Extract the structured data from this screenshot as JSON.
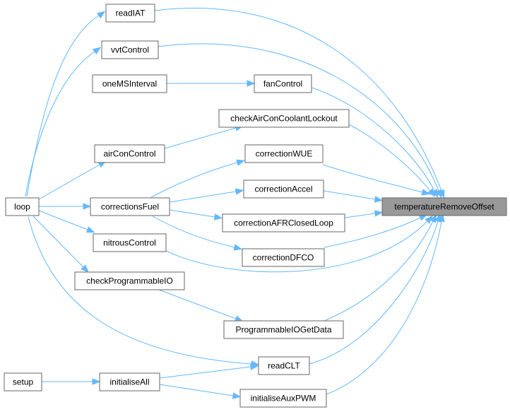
{
  "graph": {
    "nodes": [
      {
        "id": "temperatureRemoveOffset",
        "label": "temperatureRemoveOffset",
        "highlight": true
      },
      {
        "id": "readIAT",
        "label": "readIAT"
      },
      {
        "id": "vvtControl",
        "label": "vvtControl"
      },
      {
        "id": "oneMSInterval",
        "label": "oneMSInterval"
      },
      {
        "id": "fanControl",
        "label": "fanControl"
      },
      {
        "id": "checkAirConCoolantLockout",
        "label": "checkAirConCoolantLockout"
      },
      {
        "id": "airConControl",
        "label": "airConControl"
      },
      {
        "id": "correctionWUE",
        "label": "correctionWUE"
      },
      {
        "id": "loop",
        "label": "loop"
      },
      {
        "id": "correctionsFuel",
        "label": "correctionsFuel"
      },
      {
        "id": "correctionAccel",
        "label": "correctionAccel"
      },
      {
        "id": "correctionAFRClosedLoop",
        "label": "correctionAFRClosedLoop"
      },
      {
        "id": "nitrousControl",
        "label": "nitrousControl"
      },
      {
        "id": "correctionDFCO",
        "label": "correctionDFCO"
      },
      {
        "id": "checkProgrammableIO",
        "label": "checkProgrammableIO"
      },
      {
        "id": "ProgrammableIOGetData",
        "label": "ProgrammableIOGetData"
      },
      {
        "id": "readCLT",
        "label": "readCLT"
      },
      {
        "id": "setup",
        "label": "setup"
      },
      {
        "id": "initialiseAll",
        "label": "initialiseAll"
      },
      {
        "id": "initialiseAuxPWM",
        "label": "initialiseAuxPWM"
      }
    ],
    "edges": [
      {
        "from": "loop",
        "to": "readIAT"
      },
      {
        "from": "loop",
        "to": "vvtControl"
      },
      {
        "from": "loop",
        "to": "airConControl"
      },
      {
        "from": "loop",
        "to": "correctionsFuel"
      },
      {
        "from": "loop",
        "to": "nitrousControl"
      },
      {
        "from": "loop",
        "to": "checkProgrammableIO"
      },
      {
        "from": "loop",
        "to": "readCLT"
      },
      {
        "from": "oneMSInterval",
        "to": "fanControl"
      },
      {
        "from": "airConControl",
        "to": "checkAirConCoolantLockout"
      },
      {
        "from": "correctionsFuel",
        "to": "correctionWUE"
      },
      {
        "from": "correctionsFuel",
        "to": "correctionAccel"
      },
      {
        "from": "correctionsFuel",
        "to": "correctionAFRClosedLoop"
      },
      {
        "from": "correctionsFuel",
        "to": "correctionDFCO"
      },
      {
        "from": "checkProgrammableIO",
        "to": "ProgrammableIOGetData"
      },
      {
        "from": "setup",
        "to": "initialiseAll"
      },
      {
        "from": "initialiseAll",
        "to": "readCLT"
      },
      {
        "from": "initialiseAll",
        "to": "initialiseAuxPWM"
      },
      {
        "from": "readIAT",
        "to": "temperatureRemoveOffset"
      },
      {
        "from": "vvtControl",
        "to": "temperatureRemoveOffset"
      },
      {
        "from": "fanControl",
        "to": "temperatureRemoveOffset"
      },
      {
        "from": "checkAirConCoolantLockout",
        "to": "temperatureRemoveOffset"
      },
      {
        "from": "correctionWUE",
        "to": "temperatureRemoveOffset"
      },
      {
        "from": "correctionAccel",
        "to": "temperatureRemoveOffset"
      },
      {
        "from": "correctionAFRClosedLoop",
        "to": "temperatureRemoveOffset"
      },
      {
        "from": "correctionDFCO",
        "to": "temperatureRemoveOffset"
      },
      {
        "from": "nitrousControl",
        "to": "temperatureRemoveOffset"
      },
      {
        "from": "ProgrammableIOGetData",
        "to": "temperatureRemoveOffset"
      },
      {
        "from": "readCLT",
        "to": "temperatureRemoveOffset"
      },
      {
        "from": "initialiseAuxPWM",
        "to": "temperatureRemoveOffset"
      }
    ]
  }
}
